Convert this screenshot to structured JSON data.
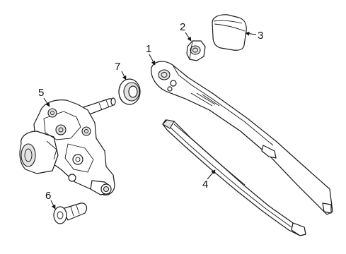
{
  "diagram": {
    "callouts": {
      "arm": "1",
      "nut": "2",
      "cap": "3",
      "blade": "4",
      "motor": "5",
      "bolt": "6",
      "grommet": "7"
    }
  }
}
